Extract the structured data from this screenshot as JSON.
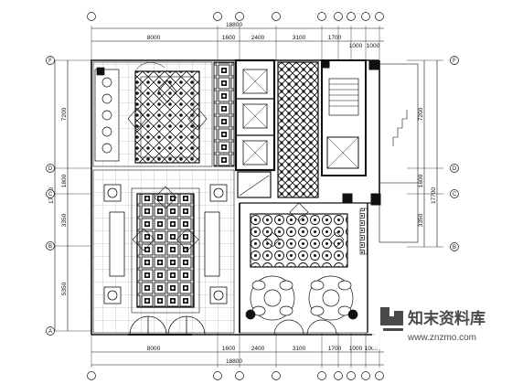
{
  "drawing": {
    "top_dims": [
      "8000",
      "1600",
      "2400",
      "3100",
      "1700",
      "1000",
      "1000"
    ],
    "top_total": "18800",
    "bottom_dims": [
      "8000",
      "1600",
      "2400",
      "3100",
      "1700",
      "1000",
      "1000"
    ],
    "bottom_total": "18800",
    "left_dims": [
      "7200",
      "1800",
      "3350",
      "5350"
    ],
    "left_total": "17700",
    "right_dims": [
      "7200",
      "1600",
      "3350"
    ],
    "right_total": "17700",
    "row_labels": [
      "F",
      "D",
      "C",
      "B",
      "A"
    ]
  },
  "watermark": {
    "title": "知末资料库",
    "url": "www.znzmo.com"
  }
}
